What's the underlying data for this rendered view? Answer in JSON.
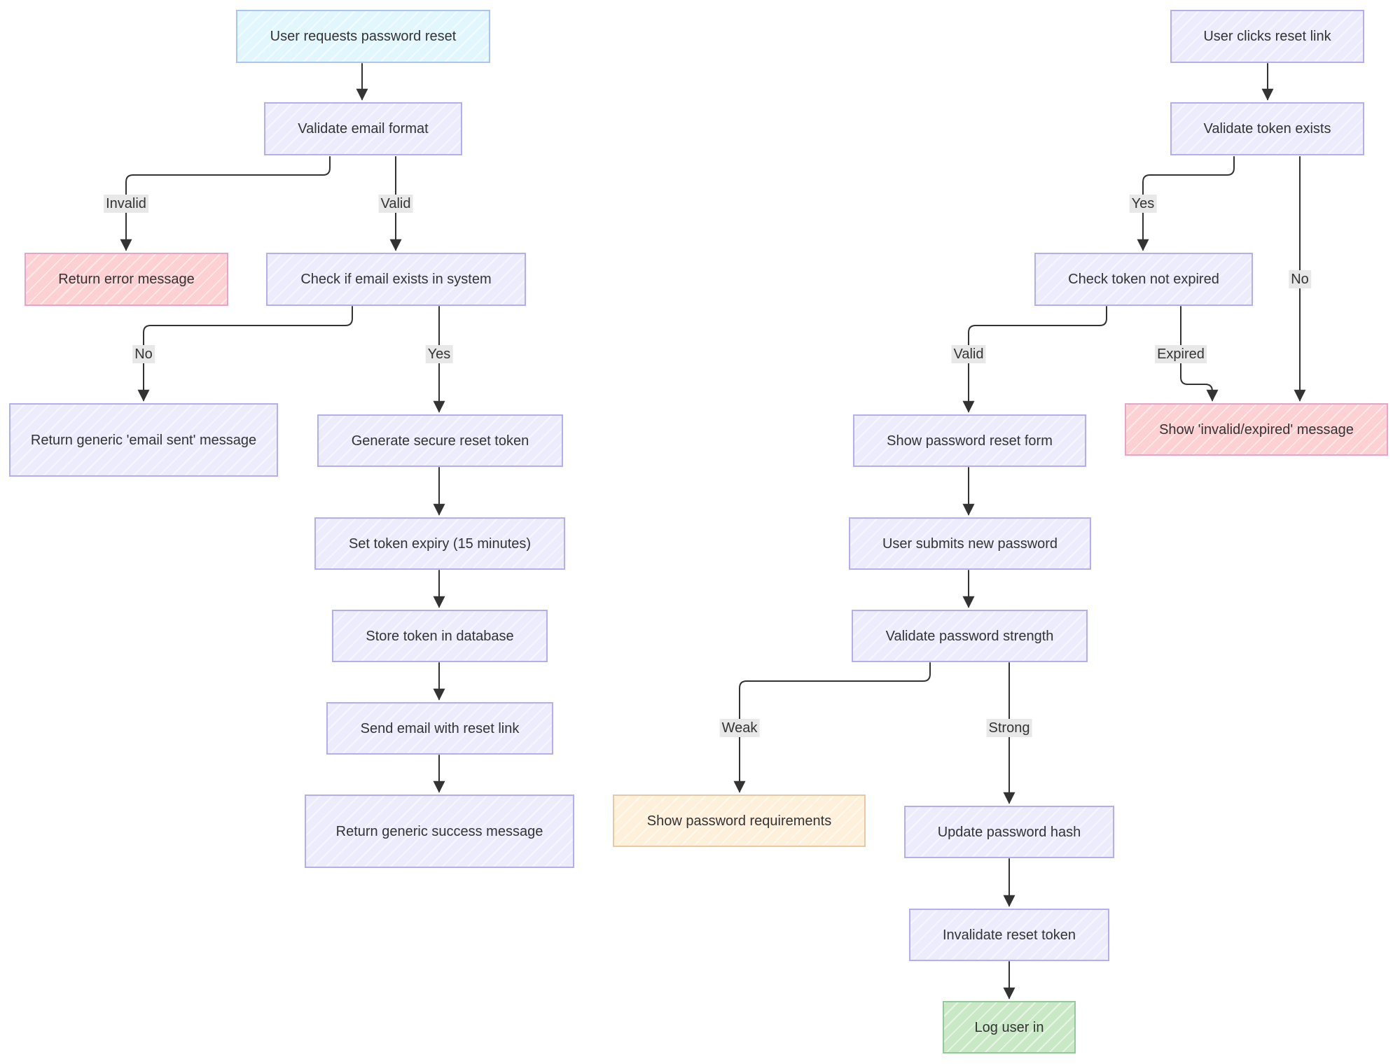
{
  "colors": {
    "node_fill": "#ececfd",
    "node_border": "#b3aef0",
    "start_fill": "#e2f6fd",
    "error_fill": "#fdd0d3",
    "warning_fill": "#fff0dc",
    "success_fill": "#c9e8c5",
    "edge": "#333333",
    "edge_label_bg": "#e8e8e8"
  },
  "nodes": {
    "request_reset": "User requests password reset",
    "validate_email": "Validate email format",
    "error_message": "Return error message",
    "check_email": "Check if email exists in system",
    "generic_sent": "Return generic 'email sent' message",
    "generate_token": "Generate secure reset token",
    "set_expiry": "Set token expiry (15 minutes)",
    "store_token": "Store token in database",
    "send_email": "Send email with reset link",
    "generic_success": "Return generic success message",
    "click_link": "User clicks reset link",
    "validate_token": "Validate token exists",
    "check_expired": "Check token not expired",
    "invalid_message": "Show 'invalid/expired' message",
    "show_form": "Show password reset form",
    "submit_password": "User submits new password",
    "validate_strength": "Validate password strength",
    "show_requirements": "Show password requirements",
    "update_hash": "Update password hash",
    "invalidate_token": "Invalidate reset token",
    "log_in": "Log user in"
  },
  "edge_labels": {
    "invalid": "Invalid",
    "valid_email": "Valid",
    "no_email": "No",
    "yes_email": "Yes",
    "yes_token": "Yes",
    "no_token": "No",
    "valid_token": "Valid",
    "expired": "Expired",
    "weak": "Weak",
    "strong": "Strong"
  }
}
